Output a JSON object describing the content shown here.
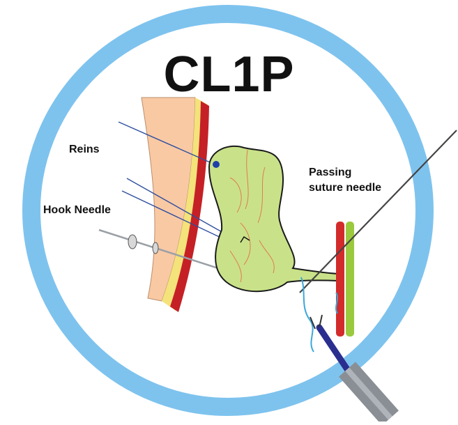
{
  "title": "CL1P",
  "labels": {
    "reins": "Reins",
    "hook_needle": "Hook Needle",
    "passing_line1": "Passing",
    "passing_line2": "suture needle"
  },
  "colors": {
    "ring": "#7EC3EE",
    "abdominal_wall": "#F9C9A4",
    "wall_stripe_yellow": "#F4E27A",
    "wall_stripe_red": "#C52026",
    "gallbladder": "#C9E289",
    "gallbladder_outline": "#1A1A1A",
    "gallbladder_veins": "#E07B4F",
    "artery": "#D32B2B",
    "vein_green": "#9BC93E",
    "instrument_shaft": "#8A8F95",
    "instrument_tip": "#2A2F8F",
    "suture": "#3BA7DC",
    "marker_dot": "#1E3FA8"
  }
}
